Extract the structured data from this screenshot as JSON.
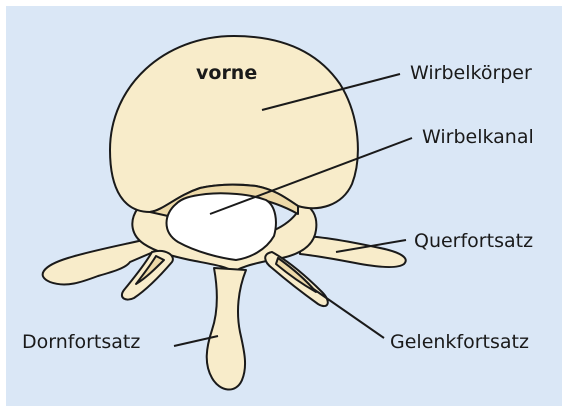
{
  "labels": {
    "vorne": "vorne",
    "wirbelkoerper": "Wirbelkörper",
    "wirbelkanal": "Wirbelkanal",
    "querfortsatz": "Querfortsatz",
    "gelenkfortsatz": "Gelenkfortsatz",
    "dornfortsatz": "Dornfortsatz"
  },
  "colors": {
    "background": "#dae7f6",
    "bone": "#f8ecca",
    "bone_shade": "#edd9a8",
    "canal": "#ffffff",
    "outline": "#1a1a1a"
  }
}
